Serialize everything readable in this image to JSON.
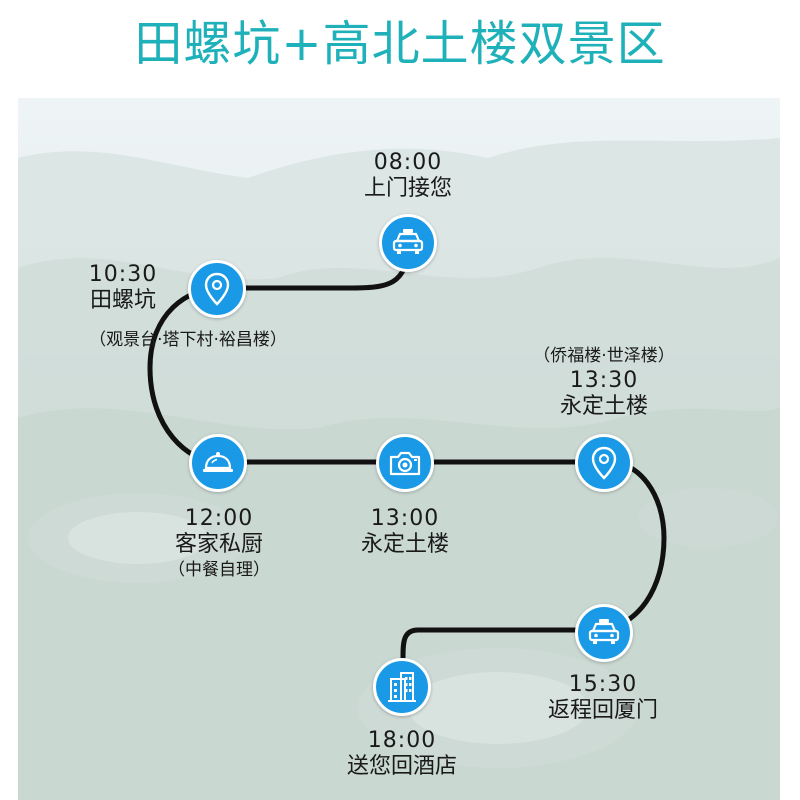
{
  "title": "田螺坑+高北土楼双景区",
  "stops": [
    {
      "time": "08:00",
      "name": "上门接您",
      "icon": "taxi-icon"
    },
    {
      "time": "10:30",
      "name": "田螺坑",
      "note": "（观景台·塔下村·裕昌楼）",
      "icon": "location-pin-icon"
    },
    {
      "time": "12:00",
      "name": "客家私厨",
      "note": "（中餐自理）",
      "icon": "food-cloche-icon"
    },
    {
      "time": "13:00",
      "name": "永定土楼",
      "icon": "camera-icon"
    },
    {
      "time": "13:30",
      "name": "永定土楼",
      "note": "（侨福楼·世泽楼）",
      "icon": "location-pin-icon"
    },
    {
      "time": "15:30",
      "name": "返程回厦门",
      "icon": "taxi-icon"
    },
    {
      "time": "18:00",
      "name": "送您回酒店",
      "icon": "hotel-building-icon"
    }
  ],
  "colors": {
    "title": "#1fb1b9",
    "node": "#1a9ae6",
    "route": "#111111"
  }
}
